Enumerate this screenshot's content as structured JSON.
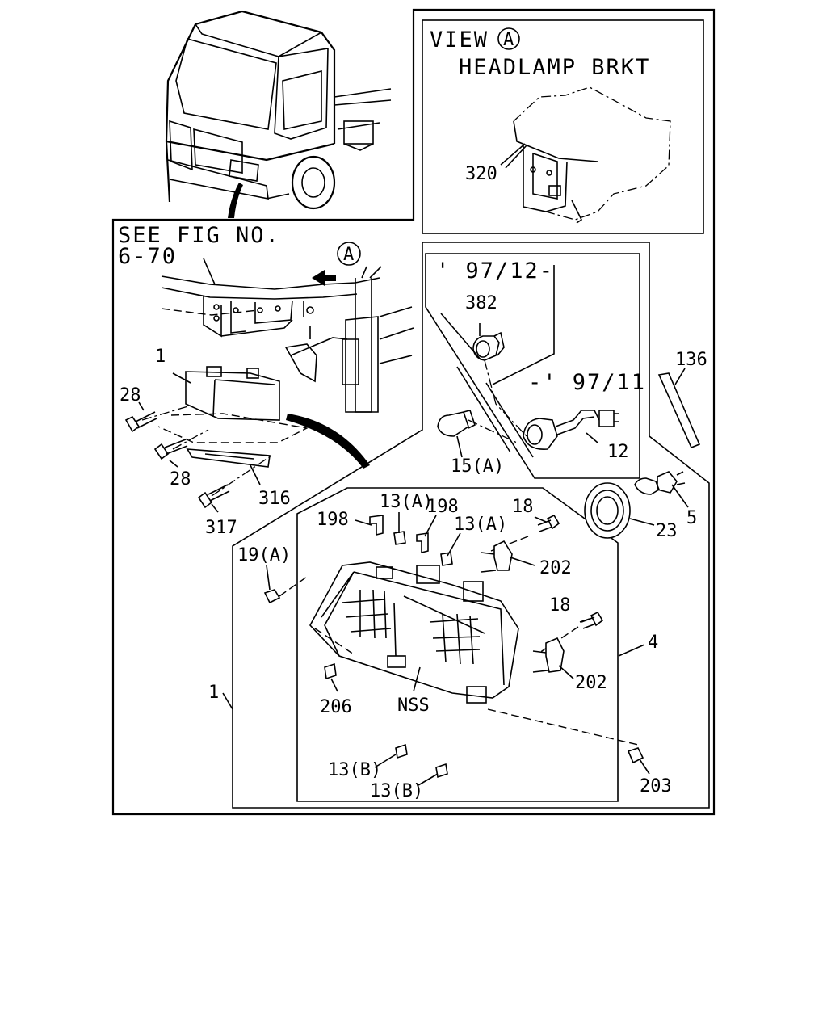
{
  "labels": {
    "view": "VIEW",
    "view_circle": "A",
    "headlamp_brkt": "HEADLAMP BRKT",
    "see_fig_1": "SEE FIG NO.",
    "see_fig_2": "6-70",
    "arrow_circle": "A",
    "from_date": "' 97/12-",
    "to_date": "-' 97/11",
    "nss": "NSS"
  },
  "parts": {
    "p320": "320",
    "p1a": "1",
    "p28a": "28",
    "p28b": "28",
    "p316": "316",
    "p317": "317",
    "p382": "382",
    "p12": "12",
    "p15a": "15(A)",
    "p136": "136",
    "p5": "5",
    "p23": "23",
    "p198a": "198",
    "p13a1": "13(A)",
    "p198b": "198",
    "p13a2": "13(A)",
    "p18a": "18",
    "p202a": "202",
    "p19a": "19(A)",
    "p18b": "18",
    "p4": "4",
    "p202b": "202",
    "p1b": "1",
    "p206": "206",
    "p13b1": "13(B)",
    "p13b2": "13(B)",
    "p203": "203"
  }
}
